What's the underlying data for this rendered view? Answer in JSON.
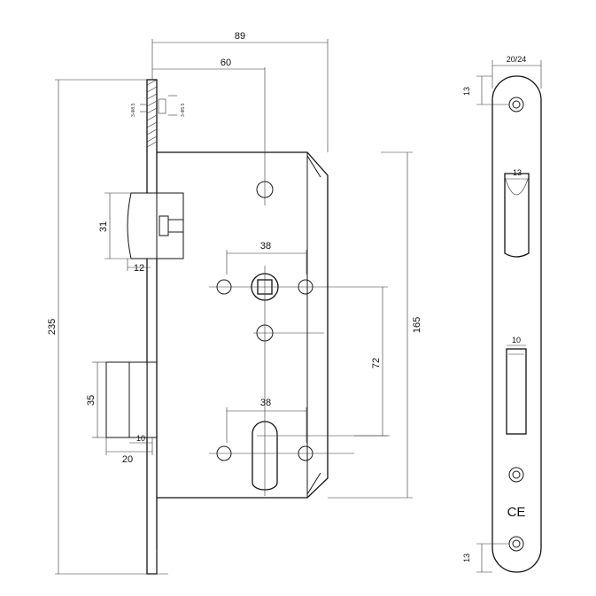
{
  "dimensions": {
    "width_89": "89",
    "backset_60": "60",
    "height_235": "235",
    "height_165": "165",
    "latch_31": "31",
    "latch_12": "12",
    "spindle_38": "38",
    "spacing_72": "72",
    "cylinder_38": "38",
    "bolt_35": "35",
    "bolt_20": "20",
    "bolt_10": "10",
    "plate_20_24": "20/24",
    "plate_13_top": "13",
    "slot_13": "13",
    "slot_10": "10",
    "plate_13_bottom": "13",
    "screw_callout_1": "3-Φ8.5",
    "screw_callout_2": "3-Φ5.5"
  },
  "marks": {
    "ce": "CE"
  }
}
